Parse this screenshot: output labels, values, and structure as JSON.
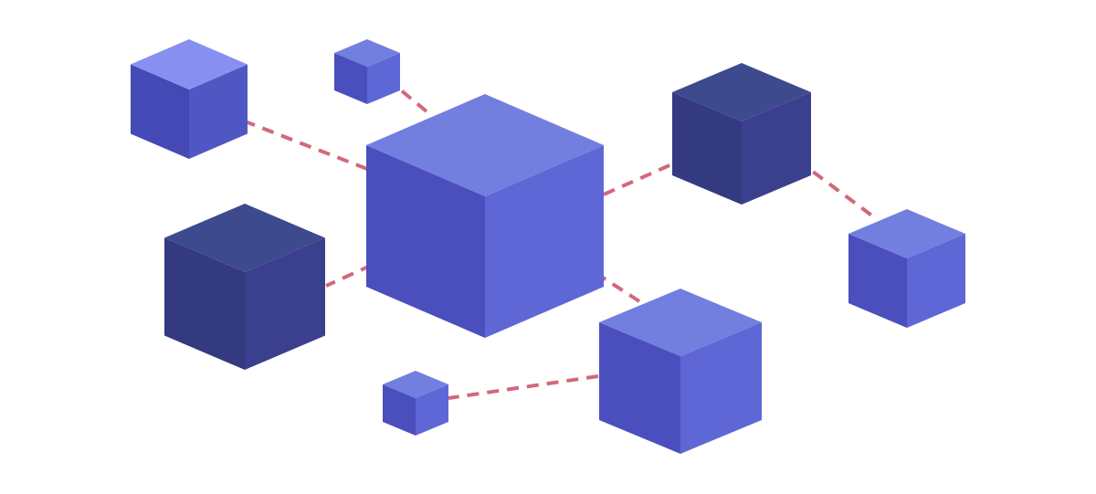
{
  "scene": {
    "background": "#ffffff",
    "connector_color": "#d2687a",
    "palettes": {
      "bright": {
        "top": "#727fdf",
        "left": "#4a4fbd",
        "right": "#5f67d6"
      },
      "light": {
        "top": "#8790f0",
        "left": "#4549b6",
        "right": "#5157c2"
      },
      "dark": {
        "top": "#3e4a8e",
        "left": "#343a7f",
        "right": "#3a3f8e"
      }
    },
    "cubes": [
      {
        "id": "hub",
        "palette": "bright",
        "role": "central"
      },
      {
        "id": "top-left",
        "palette": "light",
        "role": "satellite"
      },
      {
        "id": "top-small",
        "palette": "bright",
        "role": "satellite"
      },
      {
        "id": "left-dark",
        "palette": "dark",
        "role": "satellite"
      },
      {
        "id": "right-dark",
        "palette": "dark",
        "role": "satellite"
      },
      {
        "id": "far-right",
        "palette": "bright",
        "role": "satellite"
      },
      {
        "id": "bottom-right",
        "palette": "bright",
        "role": "satellite"
      },
      {
        "id": "bottom-small",
        "palette": "bright",
        "role": "satellite"
      }
    ],
    "connections": [
      {
        "from": "hub",
        "to": "top-left"
      },
      {
        "from": "hub",
        "to": "top-small"
      },
      {
        "from": "hub",
        "to": "left-dark"
      },
      {
        "from": "hub",
        "to": "right-dark"
      },
      {
        "from": "hub",
        "to": "bottom-right"
      },
      {
        "from": "right-dark",
        "to": "far-right"
      },
      {
        "from": "bottom-right",
        "to": "bottom-small"
      }
    ]
  }
}
